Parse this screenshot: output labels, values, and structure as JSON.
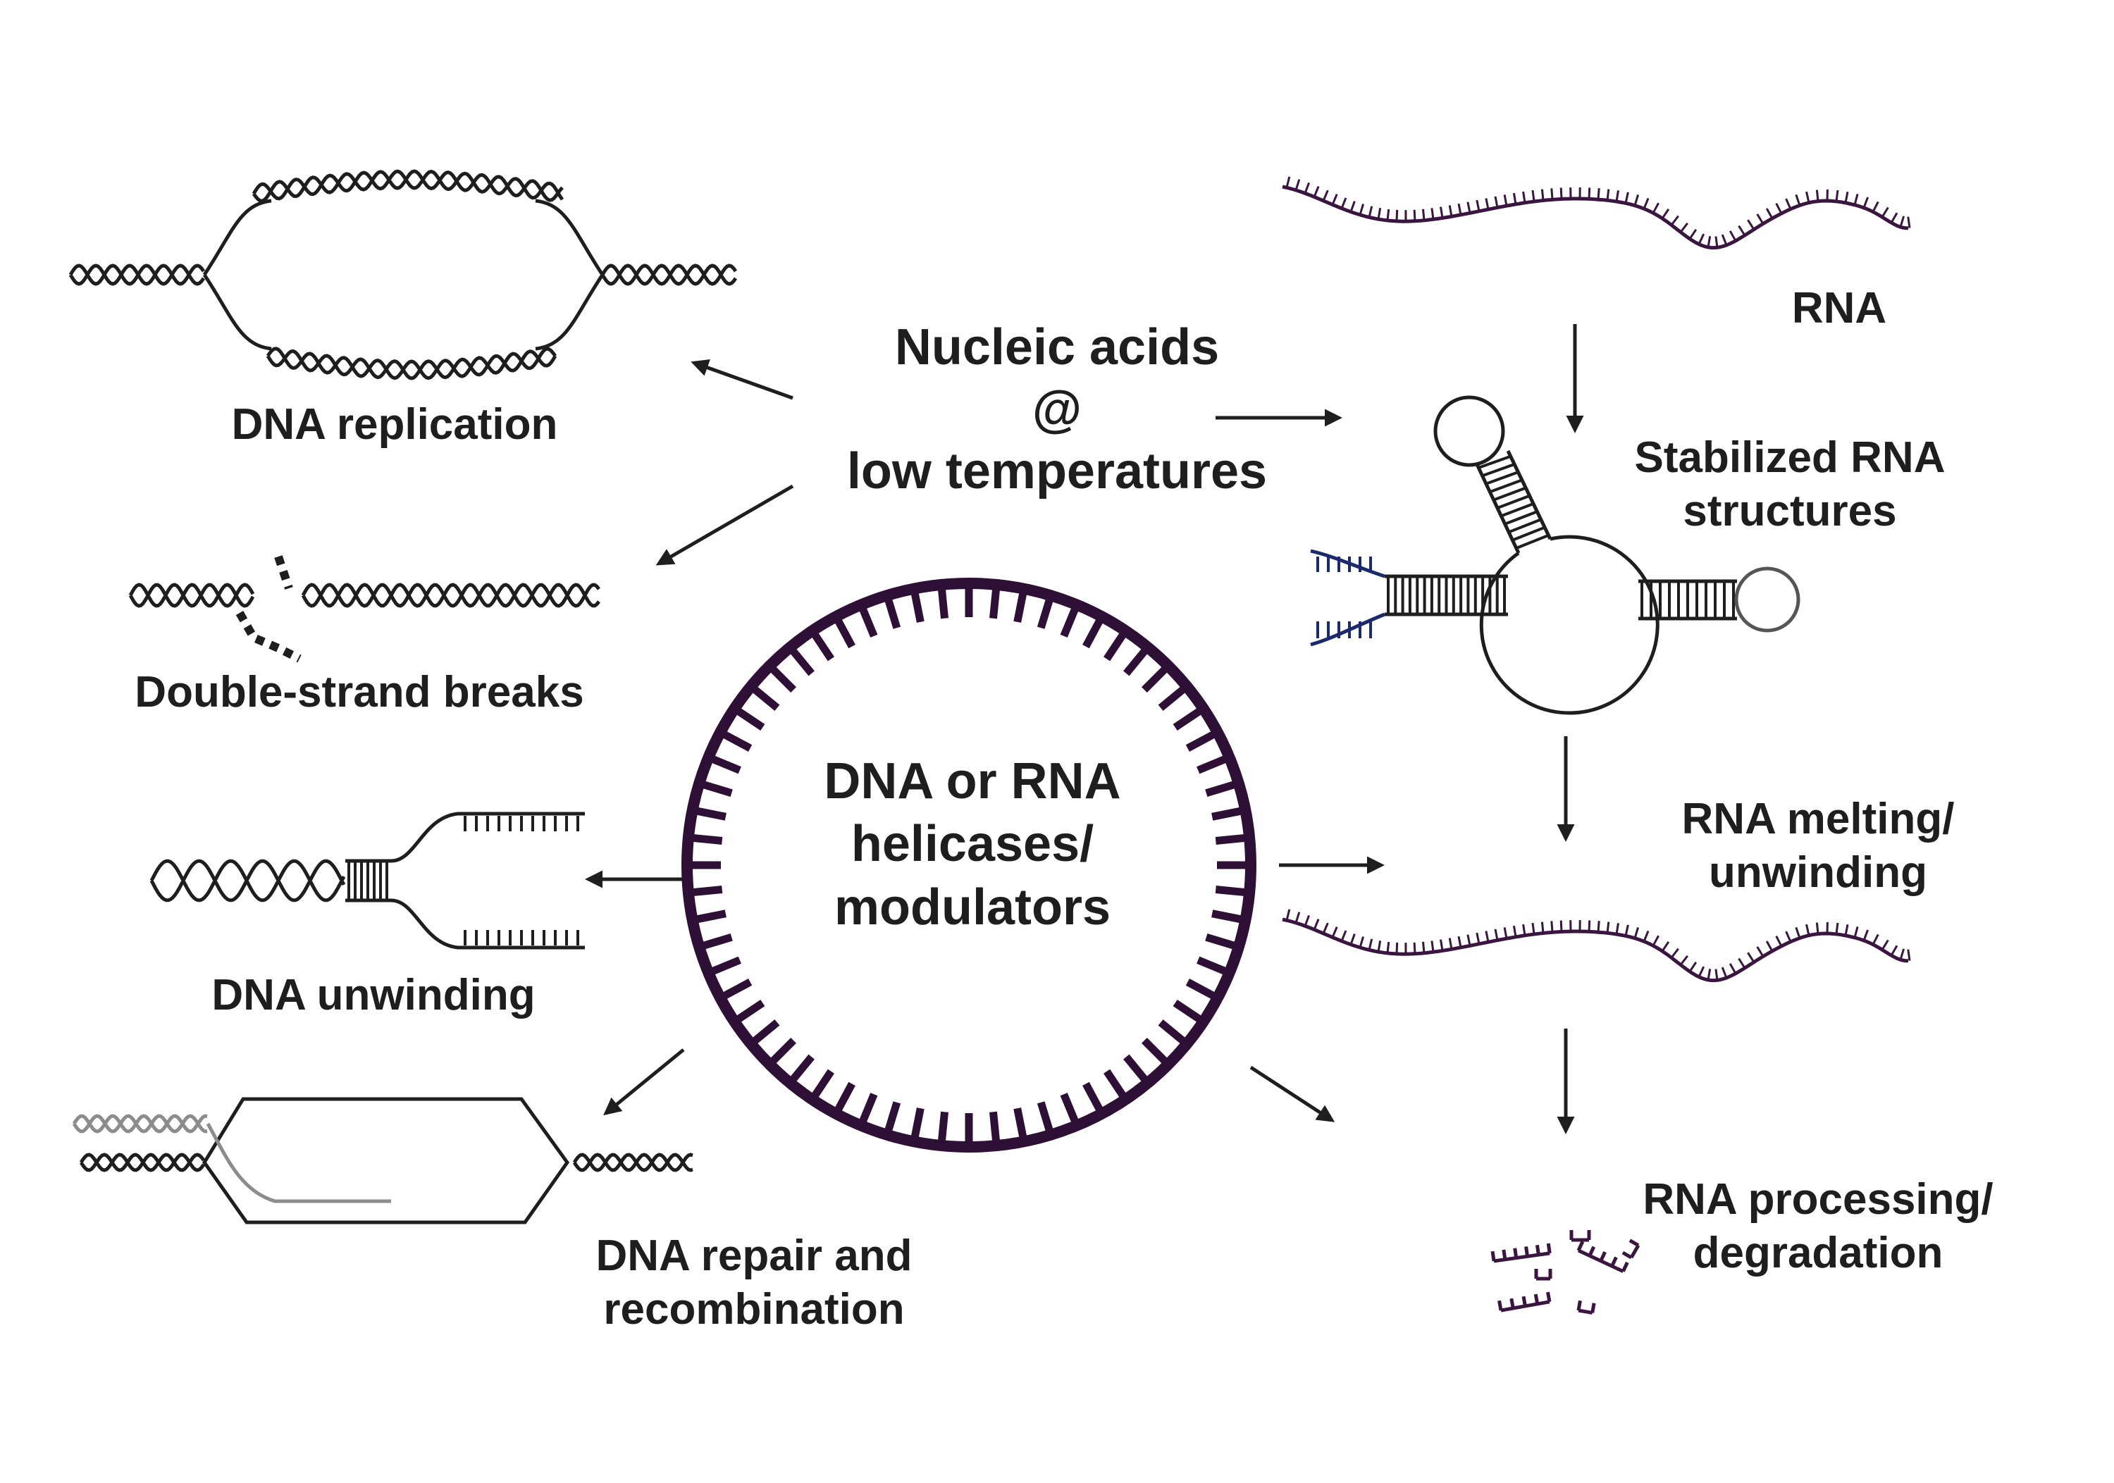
{
  "colors": {
    "ink": "#1e1e1e",
    "rna": "#3a1540",
    "ring": "#2e0f35",
    "grey": "#8c8c8c",
    "navy": "#1a2a6c"
  },
  "center": {
    "top_lines": [
      "Nucleic acids",
      "@",
      "low temperatures"
    ],
    "ring_lines": [
      "DNA or RNA",
      "helicases/",
      "modulators"
    ]
  },
  "left": {
    "replication": "DNA replication",
    "breaks": "Double-strand breaks",
    "unwinding": "DNA unwinding",
    "repair_lines": [
      "DNA repair and",
      "recombination"
    ]
  },
  "right": {
    "rna": "RNA",
    "stabilized_lines": [
      "Stabilized RNA",
      "structures"
    ],
    "melting_lines": [
      "RNA melting/",
      "unwinding"
    ],
    "processing_lines": [
      "RNA processing/",
      "degradation"
    ]
  }
}
